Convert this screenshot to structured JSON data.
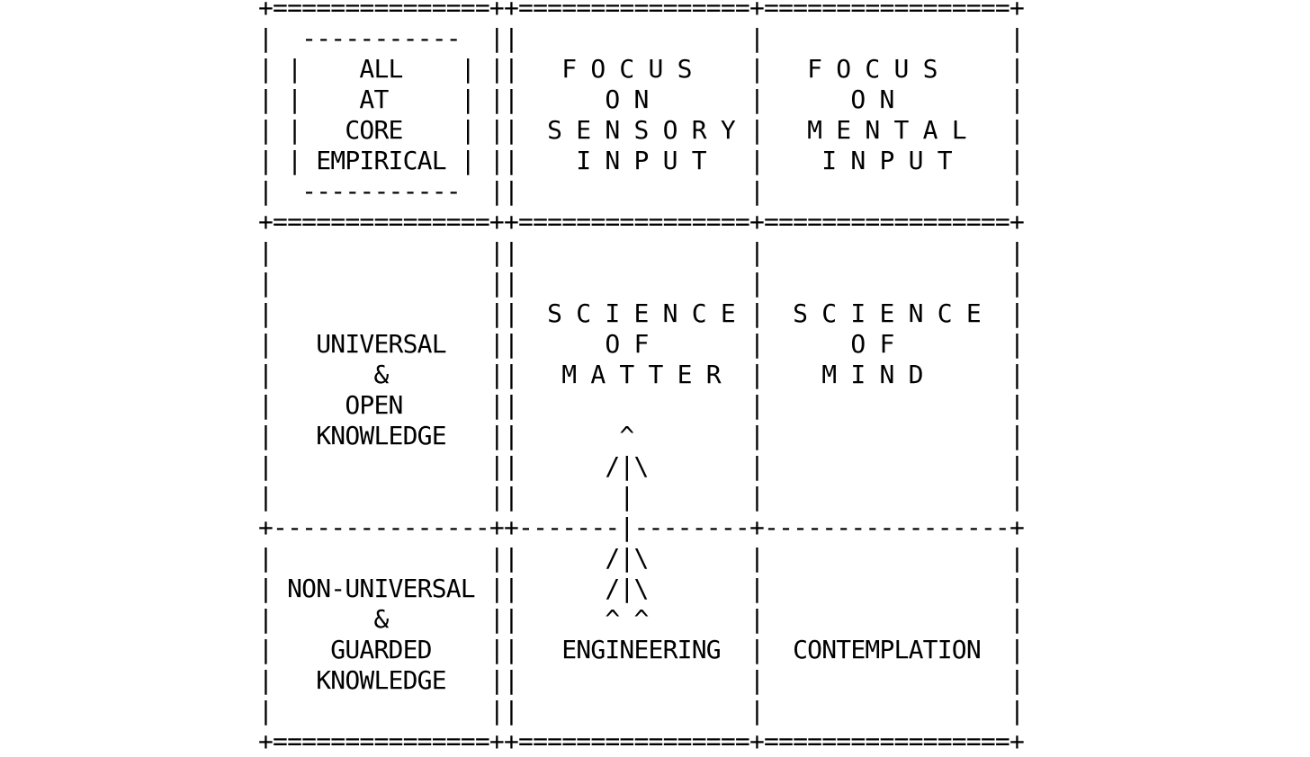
{
  "diagram": {
    "lines": [
      "+===============++================+=================+",
      "|  -----------  ||                |                 |",
      "| |    ALL    | ||   F O C U S    |   F O C U S     |",
      "| |    AT     | ||      O N       |      O N        |",
      "| |   CORE    | ||  S E N S O R Y |   M E N T A L   |",
      "| | EMPIRICAL | ||    I N P U T   |    I N P U T    |",
      "|  -----------  ||                |                 |",
      "+===============++================+=================+",
      "|               ||                |                 |",
      "|               ||                |                 |",
      "|               ||  S C I E N C E |  S C I E N C E  |",
      "|   UNIVERSAL   ||      O F       |      O F        |",
      "|       &       ||   M A T T E R  |    M I N D      |",
      "|     OPEN      ||                |                 |",
      "|   KNOWLEDGE   ||       ^        |                 |",
      "|               ||      /|\\       |                 |",
      "|               ||       |        |                 |",
      "+---------------++-------|--------+-----------------+",
      "|               ||      /|\\       |                 |",
      "| NON-UNIVERSAL ||      /|\\       |                 |",
      "|       &       ||      ^ ^       |                 |",
      "|    GUARDED    ||   ENGINEERING  |  CONTEMPLATION  |",
      "|   KNOWLEDGE   ||                |                 |",
      "|               ||                |                 |",
      "+===============++================+=================+"
    ]
  }
}
